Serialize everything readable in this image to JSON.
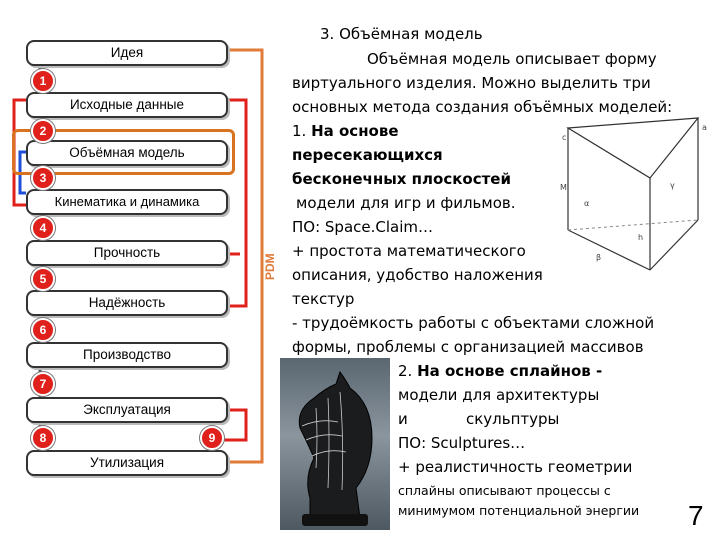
{
  "diagram": {
    "stages": [
      "Идея",
      "Исходные данные",
      "Объёмная модель",
      "Кинематика и динамика",
      "Прочность",
      "Надёжность",
      "Производство",
      "Эксплуатация",
      "Утилизация"
    ],
    "numbers": [
      "1",
      "2",
      "3",
      "4",
      "5",
      "6",
      "7",
      "8",
      "9"
    ],
    "pdm_label": "PDM",
    "highlight_color": "#d9731f",
    "arrow_red": "#e0201b",
    "arrow_blue": "#1d4fd8",
    "arrow_orange": "#e07b39"
  },
  "content": {
    "heading_num": "3.",
    "heading": "Объёмная модель",
    "intro_1": "Объёмная  модель  описывает  форму",
    "intro_2": "виртуального  изделия.  Можно  выделить  три",
    "intro_3": "основных метода создания объёмных моделей:",
    "m1_num": "1.",
    "m1_title_1": "На основе",
    "m1_title_2": "пересекающихся",
    "m1_title_3": "бесконечных плоскостей",
    "m1_use": "модели для игр и фильмов.",
    "m1_software": "ПО: Space.Claim…",
    "m1_plus_1": "+ простота математического",
    "m1_plus_2": "описания, удобство наложения",
    "m1_plus_3": "текстур",
    "m1_minus_1": "- трудоёмкость  работы  с  объектами  сложной",
    "m1_minus_2": "формы, проблемы с организацией массивов",
    "m2_num": "2.",
    "m2_title": "На основе сплайнов -",
    "m2_use_1": "модели для архитектуры",
    "m2_use_2a": "и",
    "m2_use_2b": "скульптуры",
    "m2_software": "ПО: Sculptures…",
    "m2_plus": "+ реалистичность геометрии",
    "m2_note_1": "сплайны описывают процессы с",
    "m2_note_2": "минимумом  потенциальной энергии",
    "page_number": "7"
  },
  "prism_labels": [
    "c",
    "a",
    "M",
    "γ",
    "α",
    "h",
    "β"
  ]
}
